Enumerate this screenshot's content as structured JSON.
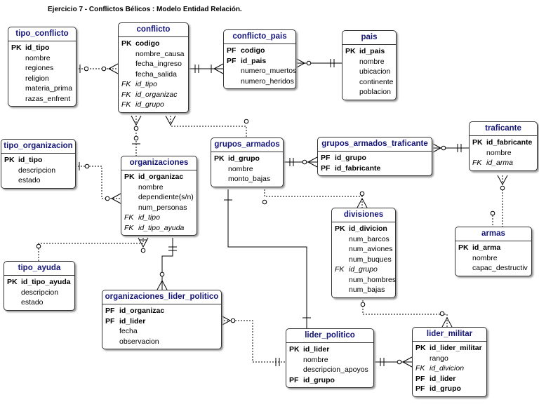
{
  "title": "Ejercicio 7 -  Conflictos Bélicos : Modelo Entidad Relación.",
  "entities": {
    "tipo_conflicto": {
      "name": "tipo_conflicto",
      "attrs": [
        {
          "key": "PK",
          "name": "id_tipo",
          "kind": "pk"
        },
        {
          "key": "",
          "name": "nombre",
          "kind": ""
        },
        {
          "key": "",
          "name": "regiones",
          "kind": ""
        },
        {
          "key": "",
          "name": "religion",
          "kind": ""
        },
        {
          "key": "",
          "name": "materia_prima",
          "kind": ""
        },
        {
          "key": "",
          "name": "razas_enfrent",
          "kind": ""
        }
      ]
    },
    "conflicto": {
      "name": "conflicto",
      "attrs": [
        {
          "key": "PK",
          "name": "codigo",
          "kind": "pk"
        },
        {
          "key": "",
          "name": "nombre_causa",
          "kind": ""
        },
        {
          "key": "",
          "name": "fecha_ingreso",
          "kind": ""
        },
        {
          "key": "",
          "name": "fecha_salida",
          "kind": ""
        },
        {
          "key": "FK",
          "name": "id_tipo",
          "kind": "fk"
        },
        {
          "key": "FK",
          "name": "id_organizac",
          "kind": "fk"
        },
        {
          "key": "FK",
          "name": "id_grupo",
          "kind": "fk"
        }
      ]
    },
    "conflicto_pais": {
      "name": "conflicto_pais",
      "attrs": [
        {
          "key": "PF",
          "name": "codigo",
          "kind": "pf"
        },
        {
          "key": "PF",
          "name": "id_pais",
          "kind": "pf"
        },
        {
          "key": "",
          "name": "numero_muertos",
          "kind": ""
        },
        {
          "key": "",
          "name": "numero_heridos",
          "kind": ""
        }
      ]
    },
    "pais": {
      "name": "pais",
      "attrs": [
        {
          "key": "PK",
          "name": "id_pais",
          "kind": "pk"
        },
        {
          "key": "",
          "name": "nombre",
          "kind": ""
        },
        {
          "key": "",
          "name": "ubicacion",
          "kind": ""
        },
        {
          "key": "",
          "name": "continente",
          "kind": ""
        },
        {
          "key": "",
          "name": "poblacion",
          "kind": ""
        }
      ]
    },
    "tipo_organizacion": {
      "name": "tipo_organizacion",
      "attrs": [
        {
          "key": "PK",
          "name": "id_tipo",
          "kind": "pk"
        },
        {
          "key": "",
          "name": "descripcion",
          "kind": ""
        },
        {
          "key": "",
          "name": "estado",
          "kind": ""
        }
      ]
    },
    "organizaciones": {
      "name": "organizaciones",
      "attrs": [
        {
          "key": "PK",
          "name": "id_organizac",
          "kind": "pk"
        },
        {
          "key": "",
          "name": "nombre",
          "kind": ""
        },
        {
          "key": "",
          "name": "dependiente(s/n)",
          "kind": ""
        },
        {
          "key": "",
          "name": "num_personas",
          "kind": ""
        },
        {
          "key": "FK",
          "name": "id_tipo",
          "kind": "fk"
        },
        {
          "key": "FK",
          "name": "id_tipo_ayuda",
          "kind": "fk"
        }
      ]
    },
    "grupos_armados": {
      "name": "grupos_armados",
      "attrs": [
        {
          "key": "PK",
          "name": "id_grupo",
          "kind": "pk"
        },
        {
          "key": "",
          "name": "nombre",
          "kind": ""
        },
        {
          "key": "",
          "name": "monto_bajas",
          "kind": ""
        }
      ]
    },
    "grupos_armados_traficante": {
      "name": "grupos_armados_traficante",
      "attrs": [
        {
          "key": "PF",
          "name": "id_grupo",
          "kind": "pf"
        },
        {
          "key": "PF",
          "name": "id_fabricante",
          "kind": "pf"
        }
      ]
    },
    "traficante": {
      "name": "traficante",
      "attrs": [
        {
          "key": "PK",
          "name": "id_fabricante",
          "kind": "pk"
        },
        {
          "key": "",
          "name": "nombre",
          "kind": ""
        },
        {
          "key": "FK",
          "name": "id_arma",
          "kind": "fk"
        }
      ]
    },
    "tipo_ayuda": {
      "name": "tipo_ayuda",
      "attrs": [
        {
          "key": "PK",
          "name": "id_tipo_ayuda",
          "kind": "pk"
        },
        {
          "key": "",
          "name": "descripcion",
          "kind": ""
        },
        {
          "key": "",
          "name": "estado",
          "kind": ""
        }
      ]
    },
    "divisiones": {
      "name": "divisiones",
      "attrs": [
        {
          "key": "PK",
          "name": "id_divicion",
          "kind": "pk"
        },
        {
          "key": "",
          "name": "num_barcos",
          "kind": ""
        },
        {
          "key": "",
          "name": "num_aviones",
          "kind": ""
        },
        {
          "key": "",
          "name": "num_buques",
          "kind": ""
        },
        {
          "key": "FK",
          "name": "id_grupo",
          "kind": "fk"
        },
        {
          "key": "",
          "name": "num_hombres",
          "kind": ""
        },
        {
          "key": "",
          "name": "num_bajas",
          "kind": ""
        }
      ]
    },
    "armas": {
      "name": "armas",
      "attrs": [
        {
          "key": "PK",
          "name": "id_arma",
          "kind": "pk"
        },
        {
          "key": "",
          "name": "nombre",
          "kind": ""
        },
        {
          "key": "",
          "name": "capac_destructiv",
          "kind": ""
        }
      ]
    },
    "organizaciones_lider_politico": {
      "name": "organizaciones_lider_politico",
      "attrs": [
        {
          "key": "PF",
          "name": "id_organizac",
          "kind": "pf"
        },
        {
          "key": "PF",
          "name": "id_lider",
          "kind": "pf"
        },
        {
          "key": "",
          "name": "fecha",
          "kind": ""
        },
        {
          "key": "",
          "name": "observacion",
          "kind": ""
        }
      ]
    },
    "lider_politico": {
      "name": "lider_politico",
      "attrs": [
        {
          "key": "PK",
          "name": "id_lider",
          "kind": "pk"
        },
        {
          "key": "",
          "name": "nombre",
          "kind": ""
        },
        {
          "key": "",
          "name": "descripcion_apoyos",
          "kind": ""
        },
        {
          "key": "PF",
          "name": "id_grupo",
          "kind": "pf"
        }
      ]
    },
    "lider_militar": {
      "name": "lider_militar",
      "attrs": [
        {
          "key": "PK",
          "name": "id_lider_militar",
          "kind": "pk"
        },
        {
          "key": "",
          "name": "rango",
          "kind": ""
        },
        {
          "key": "FK",
          "name": "id_divicion",
          "kind": "fk"
        },
        {
          "key": "PF",
          "name": "id_lider",
          "kind": "pf"
        },
        {
          "key": "PF",
          "name": "id_grupo",
          "kind": "pf"
        }
      ]
    }
  }
}
